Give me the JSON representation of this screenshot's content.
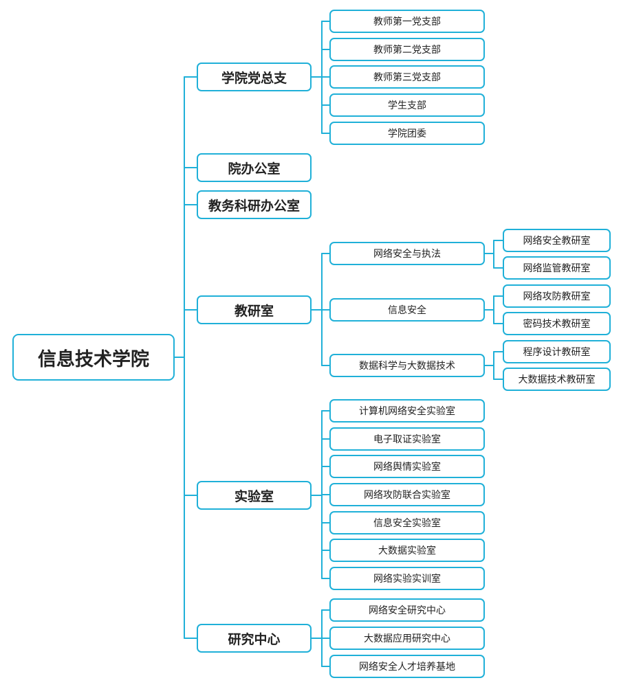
{
  "root": {
    "label": "信息技术学院"
  },
  "colors": {
    "line": "#1fb0d8",
    "border": "#1fb0d8",
    "text": "#222222"
  },
  "branches": [
    {
      "label": "学院党总支",
      "children": [
        {
          "label": "教师第一党支部"
        },
        {
          "label": "教师第二党支部"
        },
        {
          "label": "教师第三党支部"
        },
        {
          "label": "学生支部"
        },
        {
          "label": "学院团委"
        }
      ]
    },
    {
      "label": "院办公室",
      "children": []
    },
    {
      "label": "教务科研办公室",
      "children": []
    },
    {
      "label": "教研室",
      "children": [
        {
          "label": "网络安全与执法",
          "children": [
            {
              "label": "网络安全教研室"
            },
            {
              "label": "网络监管教研室"
            }
          ]
        },
        {
          "label": "信息安全",
          "children": [
            {
              "label": "网络攻防教研室"
            },
            {
              "label": "密码技术教研室"
            }
          ]
        },
        {
          "label": "数据科学与大数据技术",
          "children": [
            {
              "label": "程序设计教研室"
            },
            {
              "label": "大数据技术教研室"
            }
          ]
        }
      ]
    },
    {
      "label": "实验室",
      "children": [
        {
          "label": "计算机网络安全实验室"
        },
        {
          "label": "电子取证实验室"
        },
        {
          "label": "网络舆情实验室"
        },
        {
          "label": "网络攻防联合实验室"
        },
        {
          "label": "信息安全实验室"
        },
        {
          "label": "大数据实验室"
        },
        {
          "label": "网络实验实训室"
        }
      ]
    },
    {
      "label": "研究中心",
      "children": [
        {
          "label": "网络安全研究中心"
        },
        {
          "label": "大数据应用研究中心"
        },
        {
          "label": "网络安全人才培养基地"
        }
      ]
    }
  ]
}
